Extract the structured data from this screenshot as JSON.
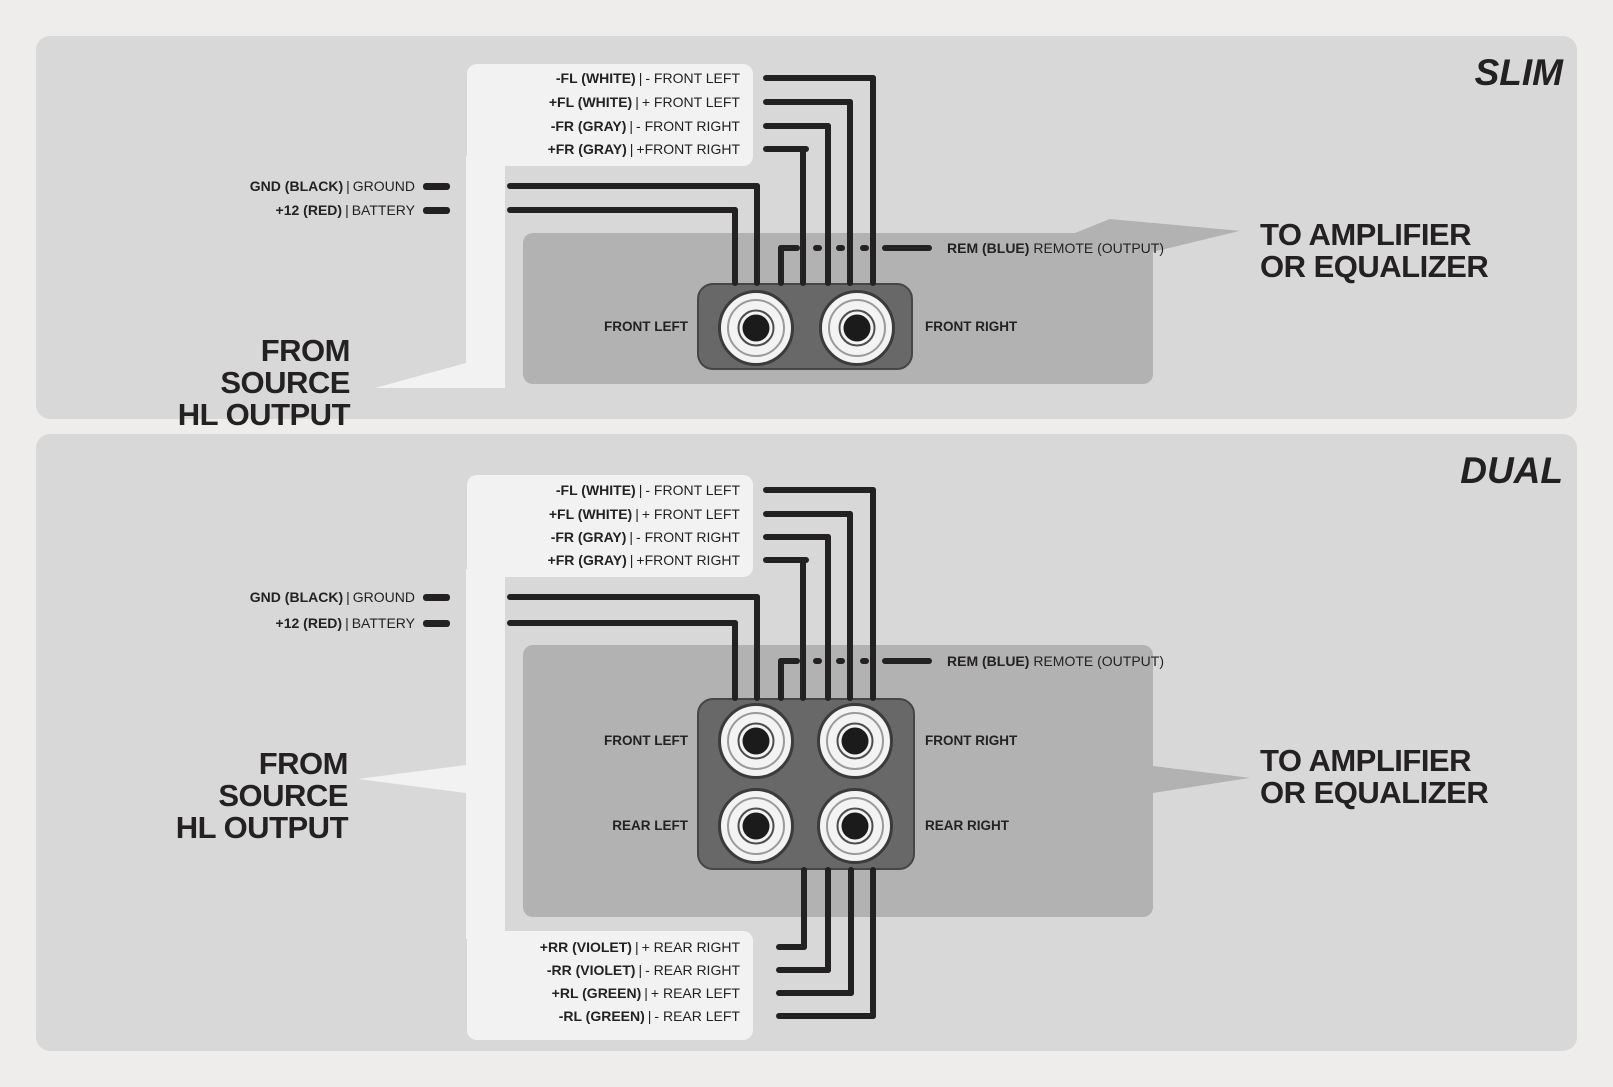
{
  "colors": {
    "page_bg": "#eeedec",
    "panel_bg": "#d9d8d8",
    "callout_bg": "#f3f2f2",
    "amp_bg": "#b3b2b2",
    "connector_bg": "#696868",
    "connector_border": "#464646",
    "wire": "#242122",
    "text": "#242122",
    "jack_face": "#f4f3f3",
    "jack_ring": "#9b9a9a",
    "jack_pin": "#1c1b1b"
  },
  "panels": [
    {
      "title": "SLIM",
      "top_labels": [
        {
          "code": "-FL (WHITE)",
          "sep": "|",
          "name": "- FRONT LEFT"
        },
        {
          "code": "+FL (WHITE)",
          "sep": "|",
          "name": "+ FRONT LEFT"
        },
        {
          "code": "-FR (GRAY)",
          "sep": "|",
          "name": "- FRONT RIGHT"
        },
        {
          "code": "+FR (GRAY)",
          "sep": "|",
          "name": "+FRONT RIGHT"
        }
      ],
      "power_labels": [
        {
          "code": "GND (BLACK)",
          "sep": "|",
          "name": "GROUND"
        },
        {
          "code": "+12 (RED)",
          "sep": "|",
          "name": "BATTERY"
        }
      ],
      "remote_label": {
        "code": "REM (BLUE)",
        "name": "REMOTE (OUTPUT)"
      },
      "jack_labels": {
        "front_left": "FRONT LEFT",
        "front_right": "FRONT RIGHT"
      },
      "source_caption": {
        "line1": "FROM SOURCE",
        "line2": "HL OUTPUT"
      },
      "dest_caption": {
        "line1": "TO AMPLIFIER",
        "line2": "OR EQUALIZER"
      }
    },
    {
      "title": "DUAL",
      "top_labels": [
        {
          "code": "-FL (WHITE)",
          "sep": "|",
          "name": "- FRONT LEFT"
        },
        {
          "code": "+FL (WHITE)",
          "sep": "|",
          "name": "+ FRONT LEFT"
        },
        {
          "code": "-FR (GRAY)",
          "sep": "|",
          "name": "- FRONT RIGHT"
        },
        {
          "code": "+FR (GRAY)",
          "sep": "|",
          "name": "+FRONT RIGHT"
        }
      ],
      "power_labels": [
        {
          "code": "GND (BLACK)",
          "sep": "|",
          "name": "GROUND"
        },
        {
          "code": "+12 (RED)",
          "sep": "|",
          "name": "BATTERY"
        }
      ],
      "remote_label": {
        "code": "REM (BLUE)",
        "name": "REMOTE (OUTPUT)"
      },
      "bottom_labels": [
        {
          "code": "+RR (VIOLET)",
          "sep": "|",
          "name": "+ REAR RIGHT"
        },
        {
          "code": "-RR (VIOLET)",
          "sep": "|",
          "name": "- REAR RIGHT"
        },
        {
          "code": "+RL (GREEN)",
          "sep": "|",
          "name": "+ REAR LEFT"
        },
        {
          "code": "-RL (GREEN)",
          "sep": "|",
          "name": "- REAR LEFT"
        }
      ],
      "jack_labels": {
        "front_left": "FRONT LEFT",
        "front_right": "FRONT RIGHT",
        "rear_left": "REAR LEFT",
        "rear_right": "REAR RIGHT"
      },
      "source_caption": {
        "line1": "FROM SOURCE",
        "line2": "HL OUTPUT"
      },
      "dest_caption": {
        "line1": "TO AMPLIFIER",
        "line2": "OR EQUALIZER"
      }
    }
  ]
}
